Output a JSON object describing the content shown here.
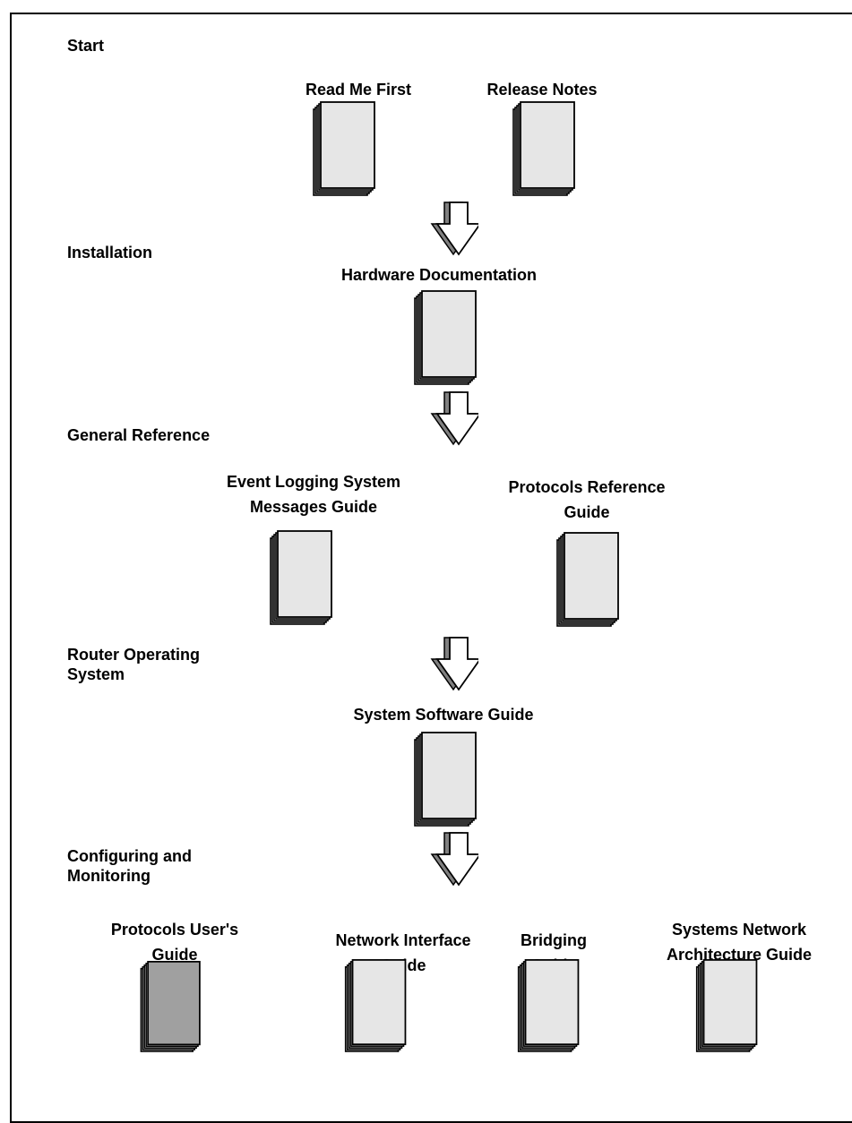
{
  "sections": {
    "start": "Start",
    "installation": "Installation",
    "general_reference": "General Reference",
    "router_os": "Router Operating\nSystem",
    "configuring": "Configuring and\nMonitoring"
  },
  "documents": {
    "read_me_first": "Read Me First",
    "release_notes": "Release Notes",
    "hardware_documentation": "Hardware Documentation",
    "event_logging": "Event Logging System\nMessages Guide",
    "protocols_reference": "Protocols Reference\nGuide",
    "system_software": "System Software Guide",
    "protocols_users": "Protocols User's\nGuide",
    "network_interface": "Network Interface\nGuide",
    "bridging": "Bridging\nGuide",
    "sna": "Systems Network\nArchitecture Guide"
  },
  "colors": {
    "book_fill": "#e6e6e6",
    "book_highlight_fill": "#a0a0a0",
    "arrow_shadow": "#808080",
    "line": "#000000"
  }
}
